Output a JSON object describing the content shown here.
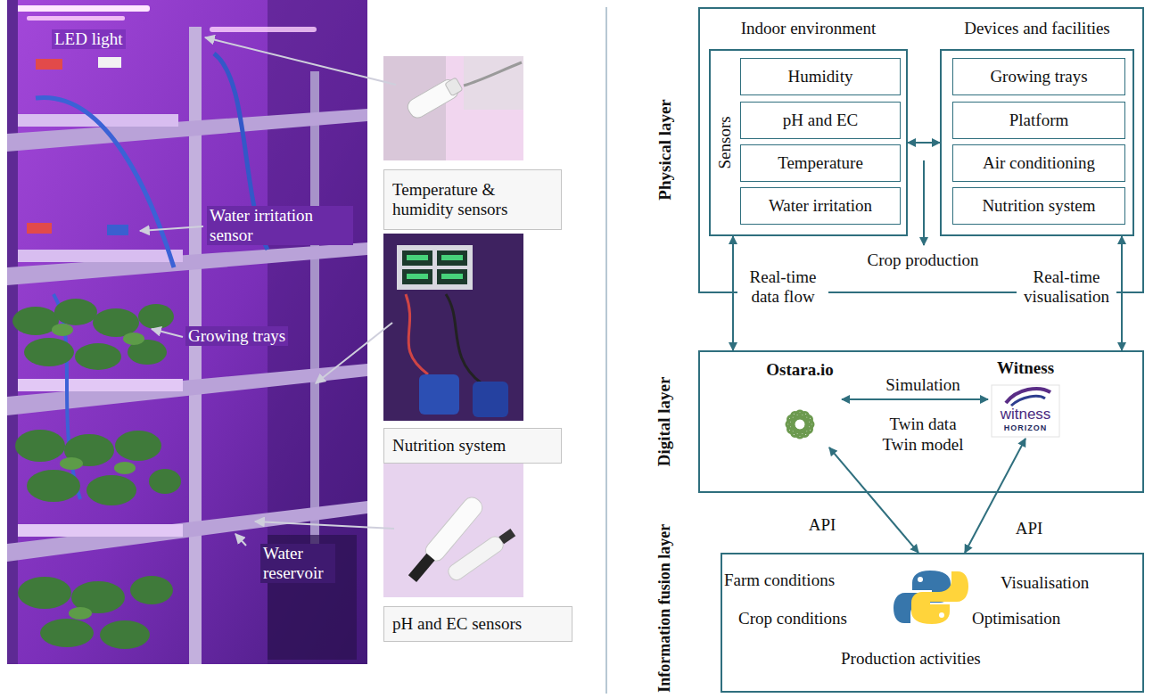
{
  "diagram": {
    "nodes": [
      {
        "text": [
          "Temperature & humidity sensors"
        ]
      },
      {
        "text": [
          "Nutrition system"
        ]
      },
      {
        "text": [
          "pH and EC sensors"
        ]
      },
      {
        "text": [
          "Physical layer",
          "Crop production"
        ]
      },
      {
        "text": [
          "Indoor environment",
          "Sensors"
        ],
        "in": 3
      },
      {
        "text": [
          "Humidity"
        ],
        "in": 4
      },
      {
        "text": [
          "pH and EC"
        ],
        "in": 4
      },
      {
        "text": [
          "Temperature"
        ],
        "in": 4
      },
      {
        "text": [
          "Water irritation"
        ],
        "in": 4
      },
      {
        "text": [
          "Devices and facilities"
        ],
        "in": 3
      },
      {
        "text": [
          "Growing trays"
        ],
        "in": 9
      },
      {
        "text": [
          "Platform"
        ],
        "in": 9
      },
      {
        "text": [
          "Air conditioning"
        ],
        "in": 9
      },
      {
        "text": [
          "Nutrition system"
        ],
        "in": 9
      },
      {
        "text": [
          "Digital layer"
        ]
      },
      {
        "text": [
          "Ostara.io"
        ],
        "in": 14
      },
      {
        "text": [
          "Witness",
          "witness",
          "HORIZON"
        ],
        "in": 14
      },
      {
        "text": [
          "Information fusion layer",
          "Farm conditions",
          "Crop conditions",
          "Visualisation",
          "Optimisation",
          "Production activities"
        ]
      }
    ],
    "edges": [
      {
        "from": 4,
        "to": 9,
        "arrow": "both"
      },
      {
        "from": 4,
        "to": 14,
        "label": "Real-time data flow",
        "arrow": "both"
      },
      {
        "from": 9,
        "to": 14,
        "label": "Real-time visualisation",
        "arrow": "both"
      },
      {
        "from": 15,
        "to": 16,
        "label": "Simulation",
        "arrow": "both"
      },
      {
        "from": 15,
        "to": 17,
        "label": "API",
        "arrow": "both"
      },
      {
        "from": 16,
        "to": 17,
        "label": "API",
        "arrow": "both"
      }
    ],
    "labels": [
      "LED light",
      "Water irritation sensor",
      "Growing trays",
      "Water reservoir",
      "Twin data",
      "Twin model"
    ]
  }
}
